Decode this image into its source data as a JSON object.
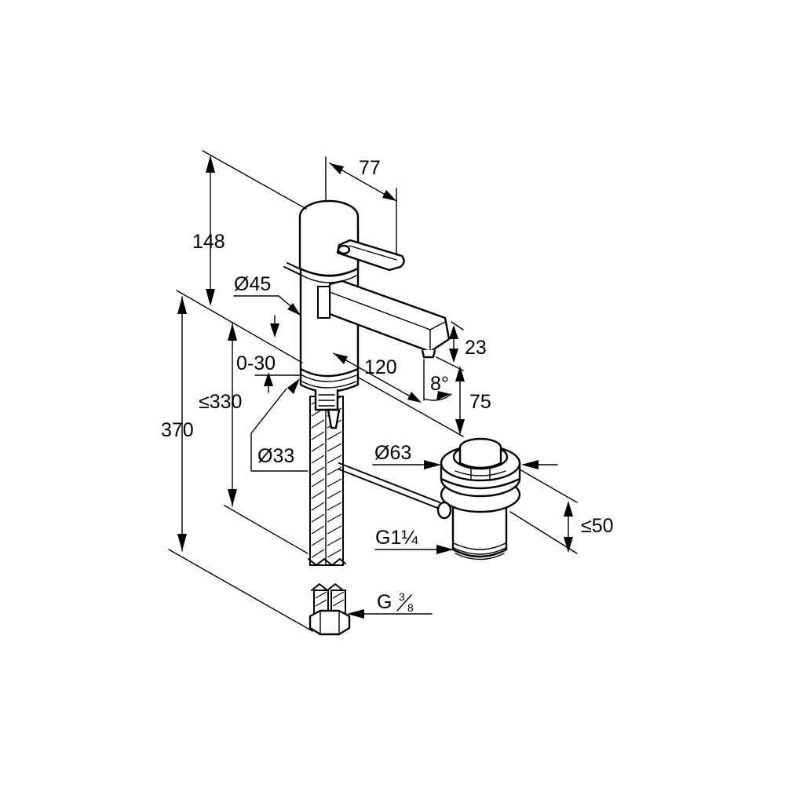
{
  "drawing": {
    "dimensions": {
      "d148": "148",
      "d77": "77",
      "d45": "Ø45",
      "d0_30": "0-30",
      "d330": "≤330",
      "d370": "370",
      "d120": "120",
      "d23": "23",
      "d8deg": "8°",
      "d75": "75",
      "d33": "Ø33",
      "d63": "Ø63",
      "d50": "≤50",
      "g114": "G1¼",
      "g38_main": "G",
      "g38_num": "3",
      "g38_den": "8"
    },
    "colors": {
      "line": "#000000",
      "background": "#ffffff"
    }
  }
}
